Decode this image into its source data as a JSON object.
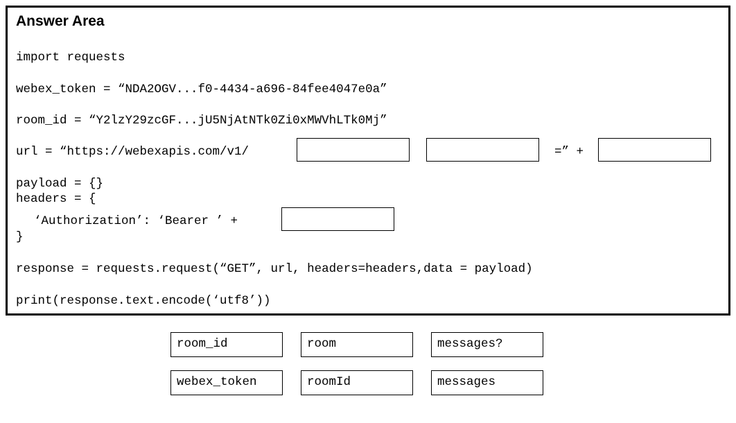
{
  "answer_area": {
    "title": "Answer Area",
    "code": {
      "line_import": "import requests",
      "line_token": "webex_token = “NDA2OGV...f0-4434-a696-84fee4047e0a”",
      "line_room": "room_id = “Y2lzY29zcGF...jU5NjAtNTk0Zi0xMWVhLTk0Mj”",
      "line_url_prefix": "url = “https://webexapis.com/v1/",
      "line_url_mid": "=” +",
      "line_payload": "payload = {}",
      "line_headers_open": "headers = {",
      "line_auth": "‘Authorization’: ‘Bearer ’ +",
      "line_headers_close": "}",
      "line_response": "response = requests.request(“GET”, url, headers=headers,data = payload)",
      "line_print": "print(response.text.encode(‘utf8’))"
    }
  },
  "tokens": {
    "row1": [
      "room_id",
      "room",
      "messages?"
    ],
    "row2": [
      "webex_token",
      "roomId",
      "messages"
    ]
  }
}
